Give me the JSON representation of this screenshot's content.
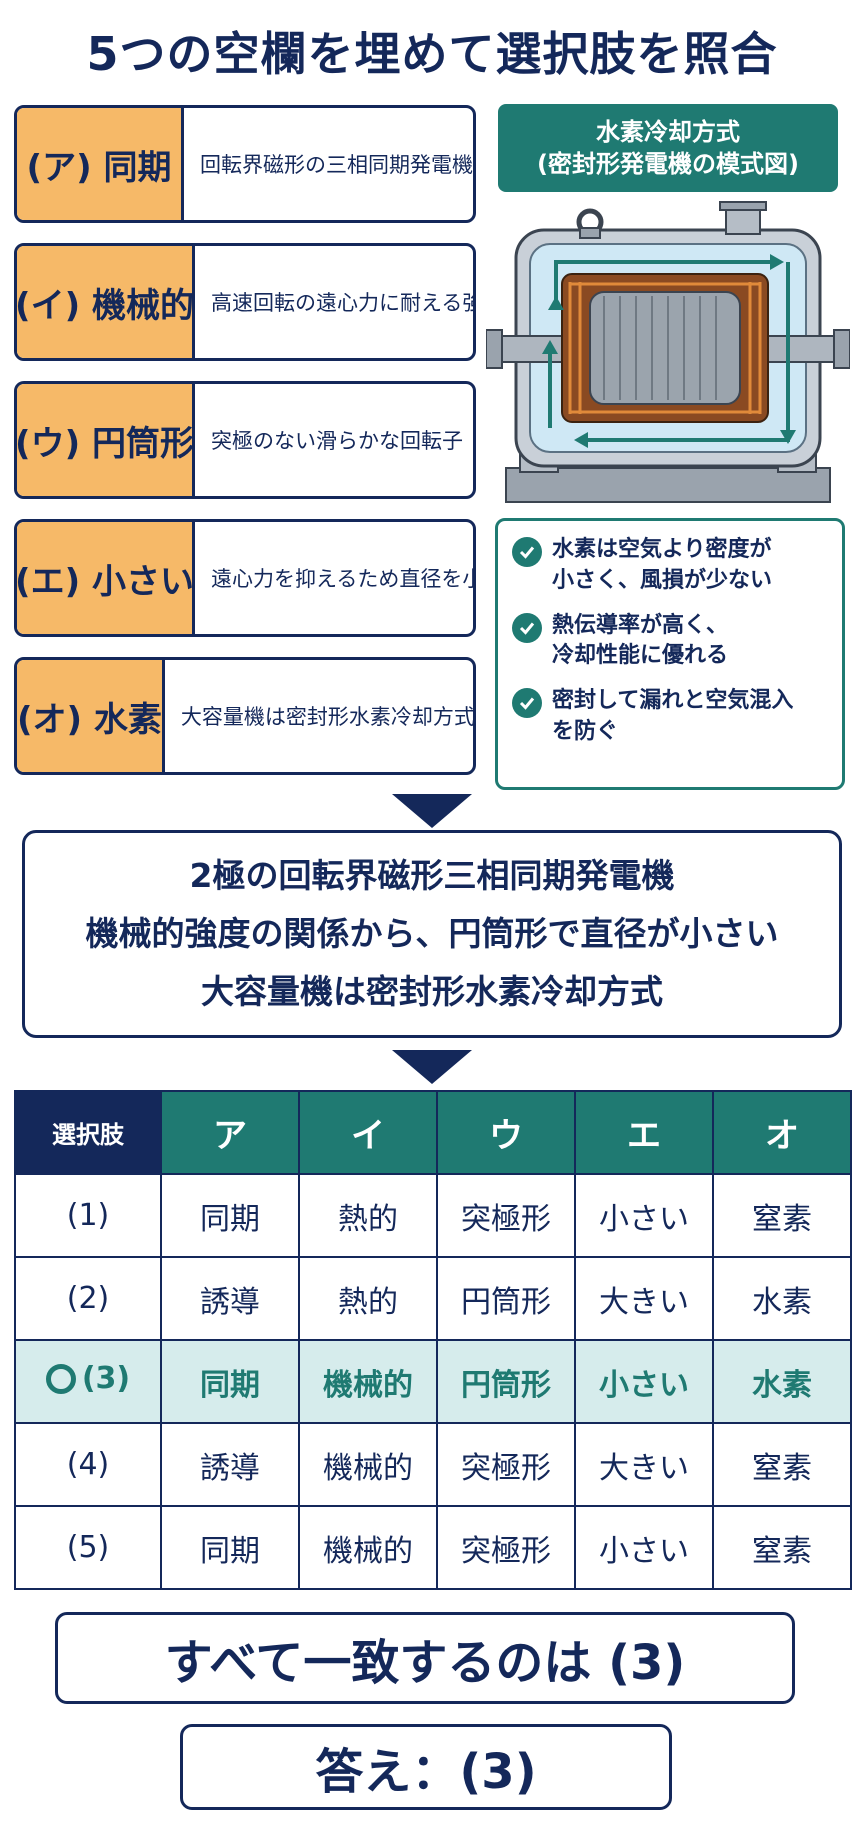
{
  "title": "5つの空欄を埋めて選択肢を照合",
  "blanks": [
    {
      "label": "(ア) 同期",
      "description": "回転界磁形の三相同期発電機"
    },
    {
      "label": "(イ) 機械的",
      "description": "高速回転の遠心力に耐える強度"
    },
    {
      "label": "(ウ) 円筒形",
      "description": "突極のない滑らかな回転子"
    },
    {
      "label": "(エ) 小さい",
      "description": "遠心力を抑えるため直径を小さくする"
    },
    {
      "label": "(オ) 水素",
      "description": "大容量機は密封形水素冷却方式"
    }
  ],
  "diagram": {
    "title_line1": "水素冷却方式",
    "title_line2": "(密封形発電機の模式図)",
    "icon": "hydrogen-cooled-generator-illustration"
  },
  "benefits": [
    {
      "line1": "水素は空気より密度が",
      "line2": "小さく、風損が少ない"
    },
    {
      "line1": "熱伝導率が高く、",
      "line2": "冷却性能に優れる"
    },
    {
      "line1": "密封して漏れと空気混入",
      "line2": "を防ぐ"
    }
  ],
  "summary": [
    "2極の回転界磁形三相同期発電機",
    "機械的強度の関係から、円筒形で直径が小さい",
    "大容量機は密封形水素冷却方式"
  ],
  "table": {
    "header": [
      "選択肢",
      "ア",
      "イ",
      "ウ",
      "エ",
      "オ"
    ],
    "rows": [
      {
        "choice": "(1)",
        "cells": [
          "同期",
          "熱的",
          "突極形",
          "小さい",
          "窒素"
        ]
      },
      {
        "choice": "(2)",
        "cells": [
          "誘導",
          "熱的",
          "円筒形",
          "大きい",
          "水素"
        ]
      },
      {
        "choice": "(3)",
        "cells": [
          "同期",
          "機械的",
          "円筒形",
          "小さい",
          "水素"
        ]
      },
      {
        "choice": "(4)",
        "cells": [
          "誘導",
          "機械的",
          "突極形",
          "大きい",
          "窒素"
        ]
      },
      {
        "choice": "(5)",
        "cells": [
          "同期",
          "機械的",
          "突極形",
          "小さい",
          "窒素"
        ]
      }
    ]
  },
  "conclusion": "すべて一致するのは (3)",
  "answer": "答え：(3)",
  "colors": {
    "navy": "#14285a",
    "teal": "#1f7a72",
    "orange": "#f6b968",
    "highlight": "#d6ecec"
  }
}
